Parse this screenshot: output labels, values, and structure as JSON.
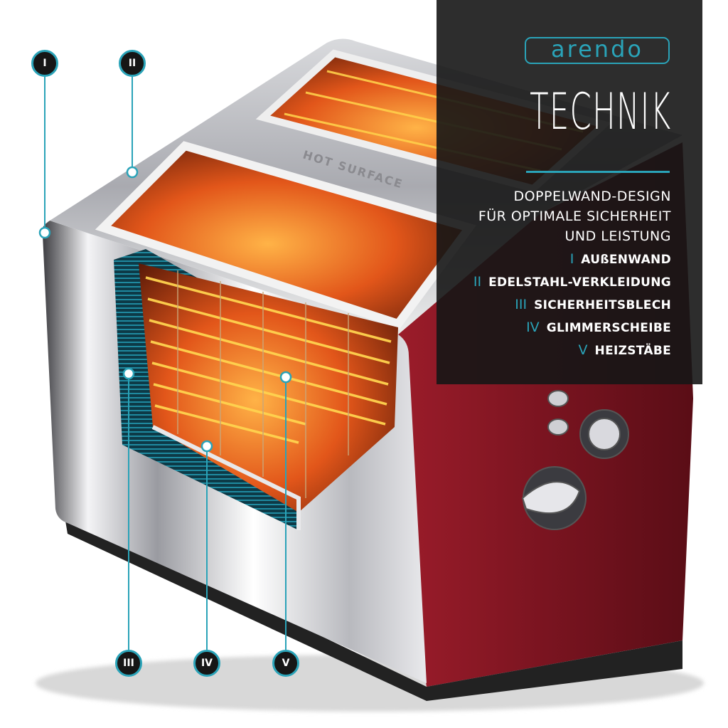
{
  "callouts": {
    "markers": [
      {
        "id": "marker-1",
        "label": "I"
      },
      {
        "id": "marker-2",
        "label": "II"
      },
      {
        "id": "marker-3",
        "label": "III"
      },
      {
        "id": "marker-4",
        "label": "IV"
      },
      {
        "id": "marker-5",
        "label": "V"
      }
    ]
  },
  "product": {
    "slot_engraving": "HOT SURFACE"
  },
  "panel": {
    "brand": "arendo",
    "title": "TECHNIK",
    "tagline": [
      "DOPPELWAND-DESIGN",
      "FÜR OPTIMALE SICHERHEIT",
      "UND LEISTUNG"
    ],
    "legend": [
      {
        "num": "I",
        "label": "AUßENWAND"
      },
      {
        "num": "II",
        "label": "EDELSTAHL-VERKLEIDUNG"
      },
      {
        "num": "III",
        "label": "SICHERHEITSBLECH"
      },
      {
        "num": "IV",
        "label": "GLIMMERSCHEIBE"
      },
      {
        "num": "V",
        "label": "HEIZSTÄBE"
      }
    ]
  },
  "colors": {
    "accent": "#2aa3b8",
    "panel_bg": "#161616",
    "body_red": "#7a1420",
    "glow": "#ff9a2a"
  }
}
